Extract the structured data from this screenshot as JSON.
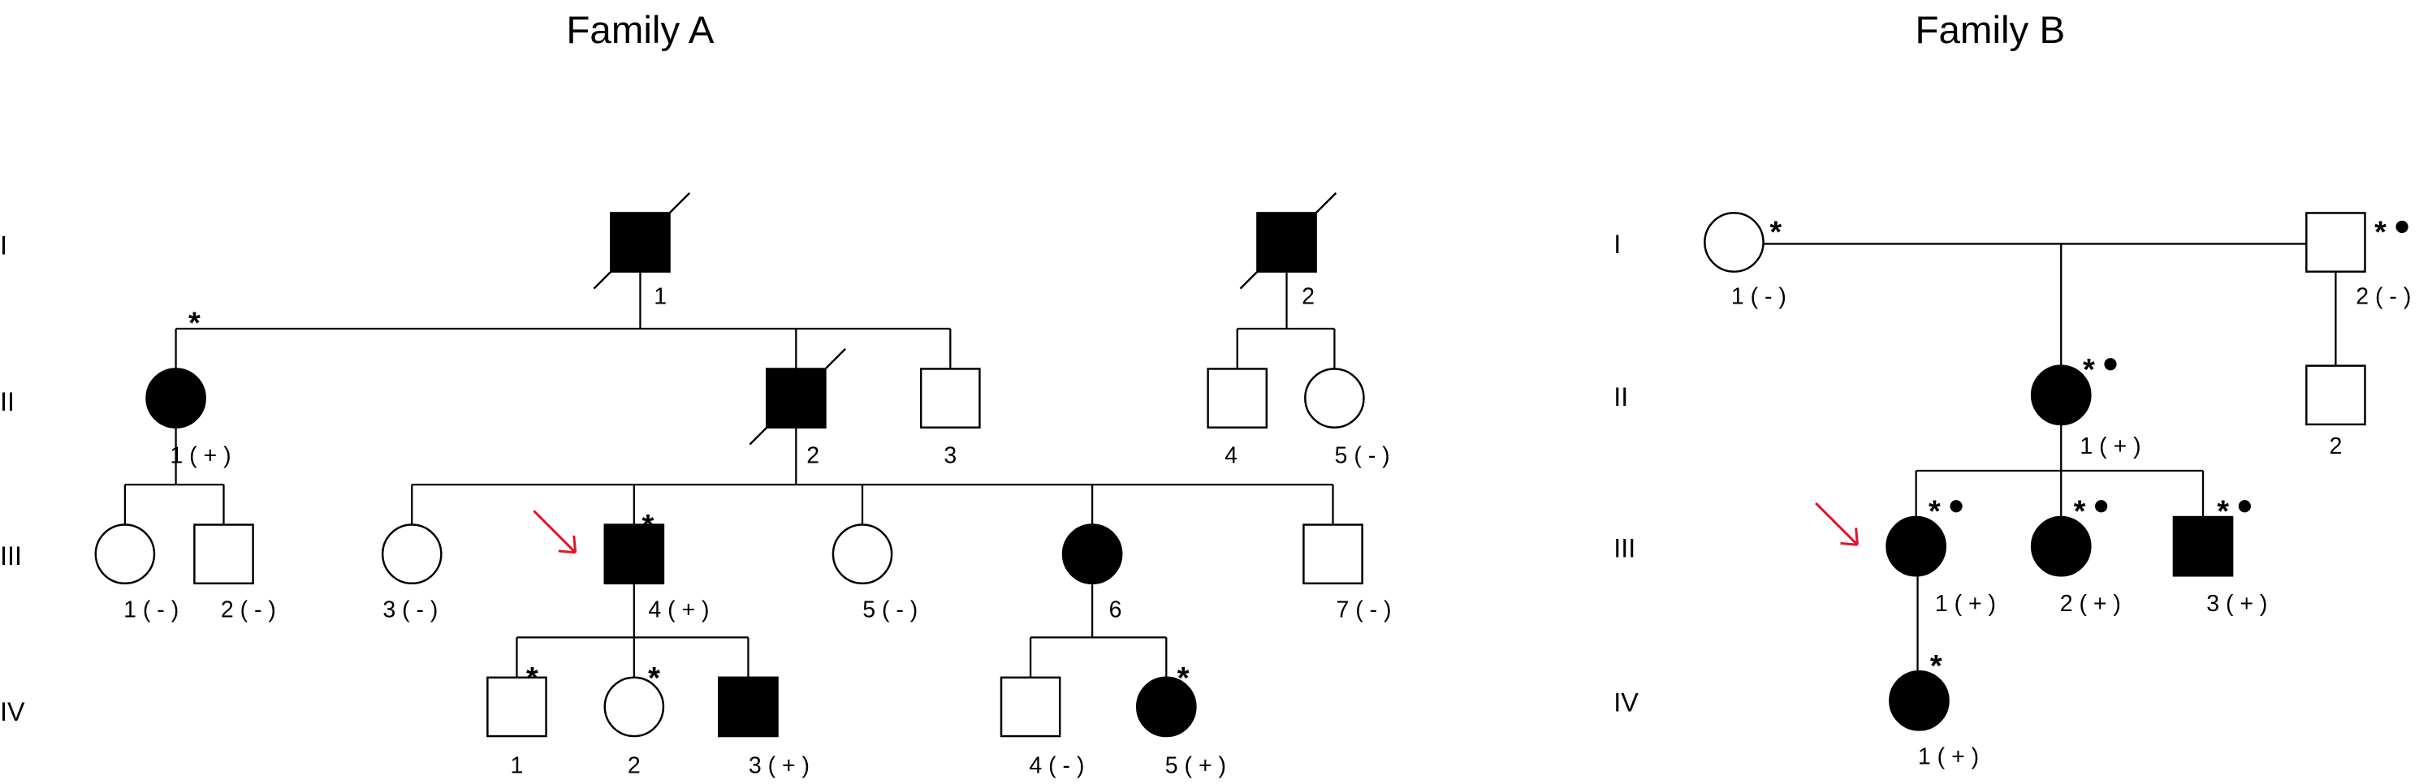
{
  "families": [
    {
      "key": "A",
      "title": "Family A",
      "generations": [
        "I",
        "II",
        "III",
        "IV"
      ],
      "individuals": [
        {
          "id": "A-I-1",
          "sex": "male",
          "affected": true,
          "deceased": true,
          "label": "1",
          "marker": "",
          "dot": false,
          "proband": false
        },
        {
          "id": "A-I-2",
          "sex": "male",
          "affected": true,
          "deceased": true,
          "label": "2",
          "marker": "",
          "dot": false,
          "proband": false
        },
        {
          "id": "A-II-1",
          "sex": "female",
          "affected": true,
          "deceased": false,
          "label": "1 ( + )",
          "marker": "*",
          "dot": false,
          "proband": false
        },
        {
          "id": "A-II-2",
          "sex": "male",
          "affected": true,
          "deceased": true,
          "label": "2",
          "marker": "",
          "dot": false,
          "proband": false
        },
        {
          "id": "A-II-3",
          "sex": "male",
          "affected": false,
          "deceased": false,
          "label": "3",
          "marker": "",
          "dot": false,
          "proband": false
        },
        {
          "id": "A-II-4",
          "sex": "male",
          "affected": false,
          "deceased": false,
          "label": "4",
          "marker": "",
          "dot": false,
          "proband": false
        },
        {
          "id": "A-II-5",
          "sex": "female",
          "affected": false,
          "deceased": false,
          "label": "5 ( - )",
          "marker": "",
          "dot": false,
          "proband": false
        },
        {
          "id": "A-III-1",
          "sex": "female",
          "affected": false,
          "deceased": false,
          "label": "1 ( - )",
          "marker": "",
          "dot": false,
          "proband": false
        },
        {
          "id": "A-III-2",
          "sex": "male",
          "affected": false,
          "deceased": false,
          "label": "2 ( - )",
          "marker": "",
          "dot": false,
          "proband": false
        },
        {
          "id": "A-III-3",
          "sex": "female",
          "affected": false,
          "deceased": false,
          "label": "3 ( - )",
          "marker": "",
          "dot": false,
          "proband": false
        },
        {
          "id": "A-III-4",
          "sex": "male",
          "affected": true,
          "deceased": false,
          "label": "4 ( + )",
          "marker": "*",
          "dot": false,
          "proband": true
        },
        {
          "id": "A-III-5",
          "sex": "female",
          "affected": false,
          "deceased": false,
          "label": "5 ( - )",
          "marker": "",
          "dot": false,
          "proband": false
        },
        {
          "id": "A-III-6",
          "sex": "female",
          "affected": true,
          "deceased": false,
          "label": "6",
          "marker": "",
          "dot": false,
          "proband": false
        },
        {
          "id": "A-III-7",
          "sex": "male",
          "affected": false,
          "deceased": false,
          "label": "7 ( - )",
          "marker": "",
          "dot": false,
          "proband": false
        },
        {
          "id": "A-IV-1",
          "sex": "male",
          "affected": false,
          "deceased": false,
          "label": "1",
          "marker": "*",
          "dot": false,
          "proband": false
        },
        {
          "id": "A-IV-2",
          "sex": "female",
          "affected": false,
          "deceased": false,
          "label": "2",
          "marker": "*",
          "dot": false,
          "proband": false
        },
        {
          "id": "A-IV-3",
          "sex": "male",
          "affected": true,
          "deceased": false,
          "label": "3 ( + )",
          "marker": "",
          "dot": false,
          "proband": false
        },
        {
          "id": "A-IV-4",
          "sex": "male",
          "affected": false,
          "deceased": false,
          "label": "4 ( - )",
          "marker": "",
          "dot": false,
          "proband": false
        },
        {
          "id": "A-IV-5",
          "sex": "female",
          "affected": true,
          "deceased": false,
          "label": "5 ( + )",
          "marker": "*",
          "dot": false,
          "proband": false
        }
      ]
    },
    {
      "key": "B",
      "title": "Family B",
      "generations": [
        "I",
        "II",
        "III",
        "IV"
      ],
      "individuals": [
        {
          "id": "B-I-1",
          "sex": "female",
          "affected": false,
          "deceased": false,
          "label": "1 ( - )",
          "marker": "*",
          "dot": false,
          "proband": false
        },
        {
          "id": "B-I-2",
          "sex": "male",
          "affected": false,
          "deceased": false,
          "label": "2 ( - )",
          "marker": "*",
          "dot": true,
          "proband": false
        },
        {
          "id": "B-II-1",
          "sex": "female",
          "affected": true,
          "deceased": false,
          "label": "1 ( + )",
          "marker": "*",
          "dot": true,
          "proband": false
        },
        {
          "id": "B-II-2",
          "sex": "male",
          "affected": false,
          "deceased": false,
          "label": "2",
          "marker": "",
          "dot": false,
          "proband": false
        },
        {
          "id": "B-III-1",
          "sex": "female",
          "affected": true,
          "deceased": false,
          "label": "1 ( + )",
          "marker": "*",
          "dot": true,
          "proband": true
        },
        {
          "id": "B-III-2",
          "sex": "female",
          "affected": true,
          "deceased": false,
          "label": "2 ( + )",
          "marker": "*",
          "dot": true,
          "proband": false
        },
        {
          "id": "B-III-3",
          "sex": "male",
          "affected": true,
          "deceased": false,
          "label": "3 ( + )",
          "marker": "*",
          "dot": true,
          "proband": false
        },
        {
          "id": "B-IV-1",
          "sex": "female",
          "affected": true,
          "deceased": false,
          "label": "1 ( + )",
          "marker": "*",
          "dot": false,
          "proband": false
        }
      ]
    }
  ],
  "colors": {
    "line": "#000000",
    "affected": "#000000",
    "unaffected": "#ffffff",
    "proband_arrow": "#e0162b"
  }
}
